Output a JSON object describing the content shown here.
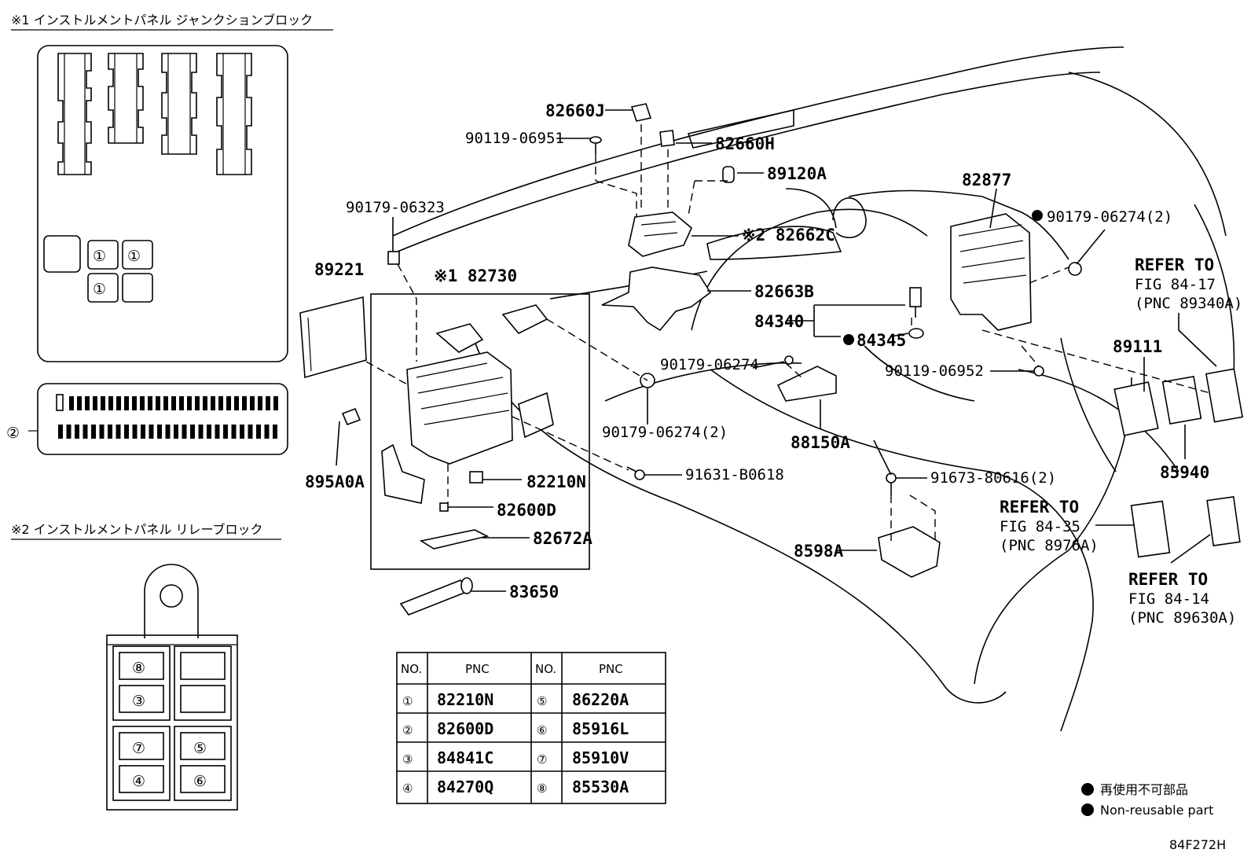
{
  "headers": {
    "junction_block": "※1 インストルメントパネル ジャンクションブロック",
    "relay_block": "※2 インストルメントパネル リレーブロック"
  },
  "markers": {
    "mark1": "①",
    "mark2": "②",
    "mark3": "③",
    "mark4": "④",
    "mark5": "⑤",
    "mark6": "⑥",
    "mark8": "⑧",
    "mark7": "⑦"
  },
  "parts": {
    "p82660J": "82660J",
    "p90119_06951": "90119-06951",
    "p82660H": "82660H",
    "p89120A": "89120A",
    "p90179_06323": "90179-06323",
    "p82662C": "※2 82662C",
    "p82877": "82877",
    "p90179_06274_2_top": "90179-06274(2)",
    "p89221": "89221",
    "p82730": "※1 82730",
    "p82663B": "82663B",
    "p84340": "84340",
    "p84345": "84345",
    "p90179_06274": "90179-06274",
    "p90119_06952": "90119-06952",
    "p89111": "89111",
    "p90179_06274_2_mid": "90179-06274(2)",
    "p88150A": "88150A",
    "p85940": "85940",
    "p895A0A": "895A0A",
    "p82210N": "82210N",
    "p91631_B0618": "91631-B0618",
    "p91673_80616_2": "91673-80616(2)",
    "p82600D": "82600D",
    "p82672A": "82672A",
    "p8598A": "8598A",
    "p83650": "83650"
  },
  "references": {
    "ref_89340A": [
      "REFER TO",
      "FIG 84-17",
      "(PNC 89340A)"
    ],
    "ref_8976A": [
      "REFER TO",
      "FIG 84-35",
      "(PNC 8976A)"
    ],
    "ref_89630A": [
      "REFER TO",
      "FIG 84-14",
      "(PNC 89630A)"
    ]
  },
  "table": {
    "headers": [
      "NO.",
      "PNC",
      "NO.",
      "PNC"
    ],
    "rows": [
      {
        "no_a": "①",
        "pnc_a": "82210N",
        "no_b": "⑤",
        "pnc_b": "86220A"
      },
      {
        "no_a": "②",
        "pnc_a": "82600D",
        "no_b": "⑥",
        "pnc_b": "85916L"
      },
      {
        "no_a": "③",
        "pnc_a": "84841C",
        "no_b": "⑦",
        "pnc_b": "85910V"
      },
      {
        "no_a": "④",
        "pnc_a": "84270Q",
        "no_b": "⑧",
        "pnc_b": "85530A"
      }
    ]
  },
  "legend": {
    "jp": "再使用不可部品",
    "en": "Non-reusable part"
  },
  "figure_id": "84F272H"
}
